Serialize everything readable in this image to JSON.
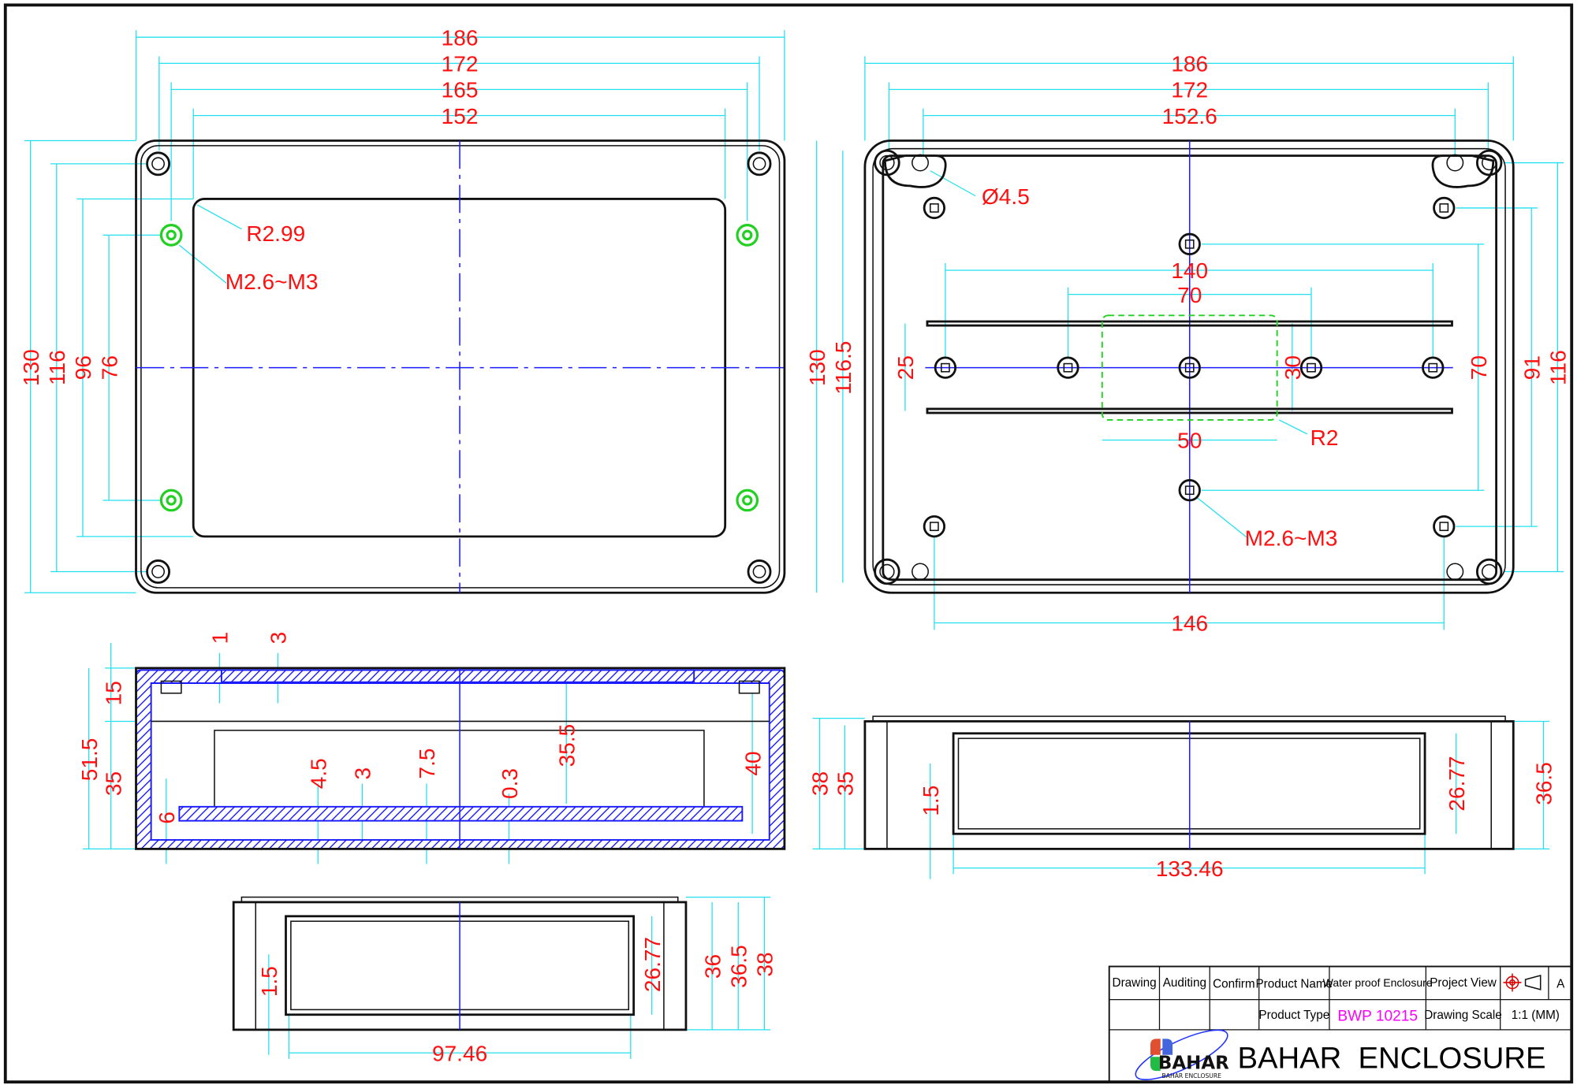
{
  "views": {
    "lid_top": {
      "dims": [
        "186",
        "172",
        "165",
        "152",
        "130",
        "116",
        "96",
        "76"
      ],
      "notes": [
        "R2.99",
        "M2.6~M3"
      ]
    },
    "base_top": {
      "dims": [
        "186",
        "172",
        "152.6",
        "140",
        "70",
        "50",
        "146",
        "130",
        "116.5",
        "25",
        "30",
        "70",
        "91",
        "116"
      ],
      "notes": [
        "Ø4.5",
        "R2",
        "M2.6~M3"
      ]
    },
    "section": {
      "dims": [
        "1",
        "3",
        "15",
        "51.5",
        "35",
        "6",
        "4.5",
        "3",
        "7.5",
        "0.3",
        "35.5",
        "40"
      ]
    },
    "side": {
      "dims": [
        "38",
        "35",
        "1.5",
        "26.77",
        "36.5",
        "133.46"
      ]
    },
    "end": {
      "dims": [
        "1.5",
        "26.77",
        "36",
        "36.5",
        "38",
        "97.46"
      ]
    }
  },
  "title_block": {
    "drawing": "Drawing",
    "auditing": "Auditing",
    "confirm": "Confirm",
    "product_name_label": "Product Name",
    "product_name": "Water proof Enclosure",
    "project_view": "Project View",
    "sheet": "A",
    "product_type_label": "Product Type",
    "product_type": "BWP 10215",
    "drawing_scale_label": "Drawing Scale",
    "drawing_scale": "1:1 (MM)",
    "logo_text": "BAHAR",
    "logo_subtext": "BAHAR ENCLOSURE",
    "company": "BAHAR  ENCLOSURE",
    "product_type_color": "#ff00ff"
  }
}
